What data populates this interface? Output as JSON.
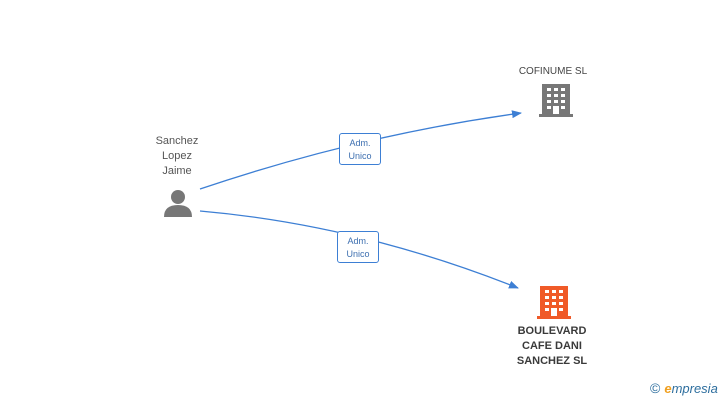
{
  "colors": {
    "edge": "#3d7fd4",
    "person_icon": "#777777",
    "company_gray": "#777777",
    "company_orange": "#f05a28"
  },
  "person": {
    "name_lines": [
      "Sanchez",
      "Lopez",
      "Jaime"
    ],
    "icon": "person-icon"
  },
  "companies": [
    {
      "name_lines": [
        "COFINUME SL"
      ],
      "icon": "building-icon",
      "color": "gray"
    },
    {
      "name_lines": [
        "BOULEVARD",
        "CAFE DANI",
        "SANCHEZ SL"
      ],
      "icon": "building-icon",
      "color": "orange"
    }
  ],
  "edges": [
    {
      "label_lines": [
        "Adm.",
        "Unico"
      ]
    },
    {
      "label_lines": [
        "Adm.",
        "Unico"
      ]
    }
  ],
  "brand": {
    "copyright": "©",
    "initial": "e",
    "rest": "mpresia"
  }
}
